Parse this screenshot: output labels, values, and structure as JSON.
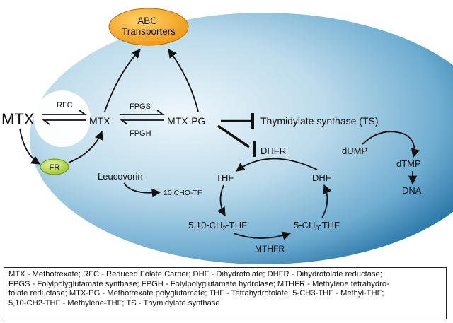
{
  "nodes": {
    "abc": "ABC\nTransporters",
    "mtx_out": "MTX",
    "rfc": "RFC",
    "mtx_in": "MTX",
    "fpgs": "FPGS",
    "fpgh": "FPGH",
    "mtx_pg": "MTX-PG",
    "ts": "Thymidylate synthase (TS)",
    "fr": "FR",
    "dhfr": "DHFR",
    "dump": "dUMP",
    "dtmp": "dTMP",
    "dna": "DNA",
    "leucovorin": "Leucovorin",
    "thf": "THF",
    "dhf": "DHF",
    "cho_tf": "10 CHO-TF",
    "ch2_thf_a": "5,10-CH",
    "ch2_thf_sub": "2",
    "ch2_thf_b": "-THF",
    "ch3_thf_a": "5-CH",
    "ch3_thf_sub": "3",
    "ch3_thf_b": "-THF",
    "mthfr": "MTHFR"
  },
  "legend": [
    "MTX - Methotrexate; RFC - Reduced Folate Carrier; DHF - Dihydrofolate; DHFR - Dihydrofolate reductase;",
    "FPGS - Folylpolyglutamate synthase; FPGH - Folylpolyglutamate hydrolase; MTHFR - Methylene tetrahydro-",
    "folate reductase; MTX-PG - Methotrexate polyglutamate; THF - Tetrahydrofolate; 5-CH3-THF - Methyl-THF;",
    "5,10-CH2-THF - Methylene-THF; TS - Thymidylate synthase"
  ],
  "colors": {
    "cell_light": "#e9f3f9",
    "cell_mid": "#8fc1dc",
    "cell_dark": "#2f7cad",
    "abc_orange": "#f3a21c",
    "fr_green": "#b9d84a"
  }
}
